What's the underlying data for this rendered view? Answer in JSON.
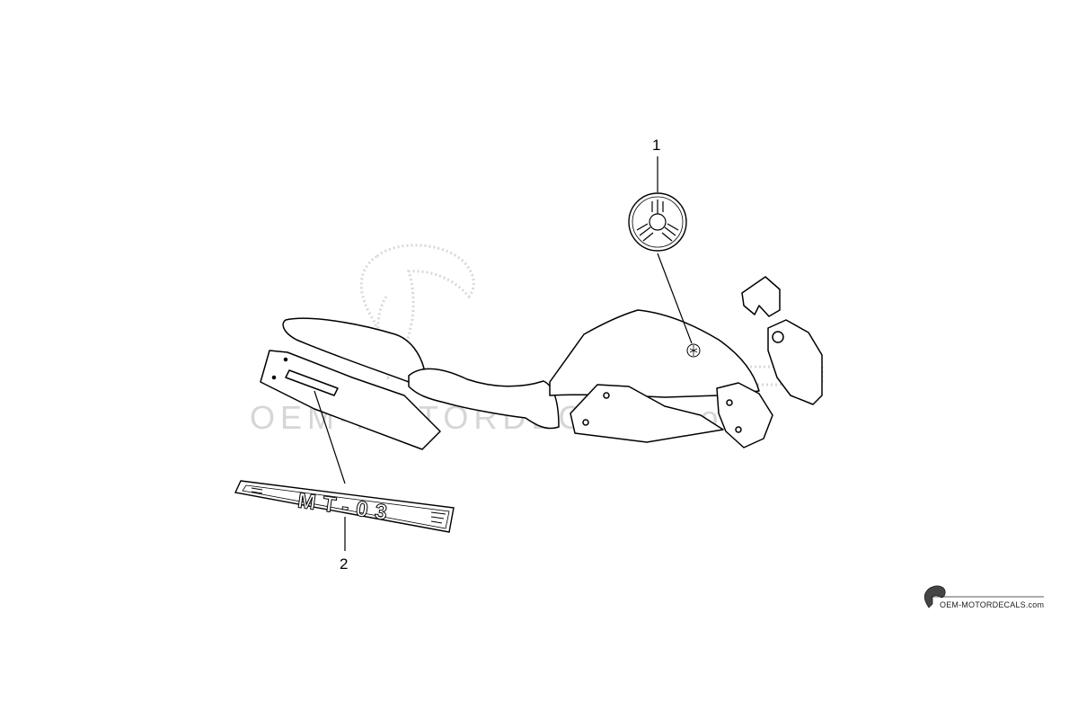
{
  "diagram": {
    "callouts": [
      {
        "id": "1",
        "label": "1"
      },
      {
        "id": "2",
        "label": "2"
      }
    ],
    "decal_text": "MT-03",
    "watermark_text": "OEM-MOTORDECALS.com",
    "brand_text": "OEM-MOTORDECALS.com",
    "colors": {
      "line": "#000000",
      "watermark": "#d6d6d6",
      "background": "#ffffff"
    }
  }
}
